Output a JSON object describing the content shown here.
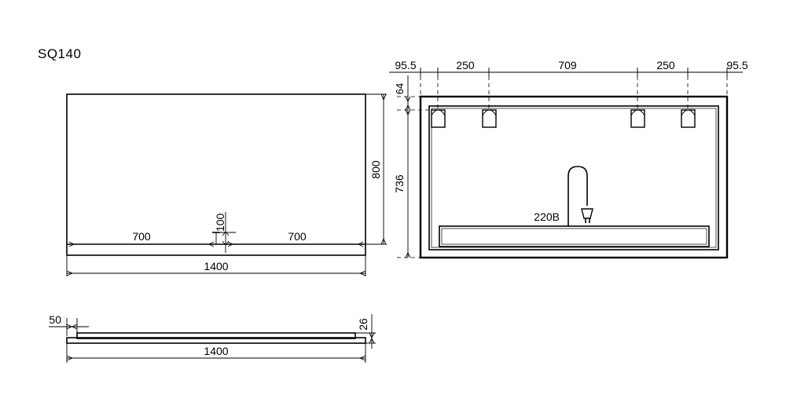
{
  "sheet": {
    "title": "SQ140",
    "background_color": "#ffffff",
    "line_color": "#000000"
  },
  "views": {
    "front": {
      "name": "front-view",
      "dimensions": {
        "width_total": "1400",
        "half_left": "700",
        "half_right": "700",
        "height": "800",
        "sensor_offset": "100"
      }
    },
    "back": {
      "name": "back-view",
      "dimensions": {
        "edge_left": "95.5",
        "bracket_gap_left": "250",
        "center_span": "709",
        "bracket_gap_right": "250",
        "edge_right": "95.5",
        "top_offset": "64",
        "inner_height": "736"
      },
      "power_label": "220B",
      "bracket_count": 4,
      "plug_icon": "power-plug-icon"
    },
    "side": {
      "name": "side-view",
      "dimensions": {
        "inset": "50",
        "thickness": "26",
        "length": "1400"
      }
    }
  }
}
